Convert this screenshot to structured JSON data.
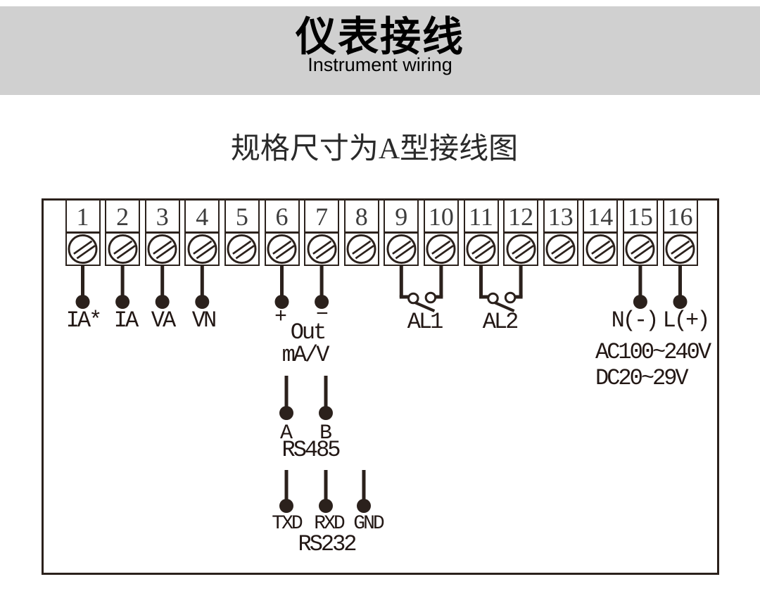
{
  "banner": {
    "title_cn": "仪表接线",
    "subtitle_en": "Instrument wiring",
    "bg_color": "#d0d0d0"
  },
  "diagram_title": "规格尺寸为A型接线图",
  "terminals": [
    {
      "number": "1"
    },
    {
      "number": "2"
    },
    {
      "number": "3"
    },
    {
      "number": "4"
    },
    {
      "number": "5"
    },
    {
      "number": "6"
    },
    {
      "number": "7"
    },
    {
      "number": "8"
    },
    {
      "number": "9"
    },
    {
      "number": "10"
    },
    {
      "number": "11"
    },
    {
      "number": "12"
    },
    {
      "number": "13"
    },
    {
      "number": "14"
    },
    {
      "number": "15"
    },
    {
      "number": "16"
    }
  ],
  "wired_terminals": [
    "1",
    "2",
    "3",
    "4",
    "6",
    "7",
    "15",
    "16"
  ],
  "signals": [
    {
      "terminal": "1",
      "label": "IA*"
    },
    {
      "terminal": "2",
      "label": "IA"
    },
    {
      "terminal": "3",
      "label": "VA"
    },
    {
      "terminal": "4",
      "label": "VN"
    }
  ],
  "analog_output": {
    "plus": "+",
    "minus": "−",
    "name": "Out",
    "unit": "mA/V",
    "terminals": [
      "6",
      "7"
    ]
  },
  "alarms": [
    {
      "name": "AL1",
      "terminals": [
        "9",
        "10"
      ]
    },
    {
      "name": "AL2",
      "terminals": [
        "11",
        "12"
      ]
    }
  ],
  "power": {
    "neutral": "N(-)",
    "line": "L(+)",
    "ac_range": "AC100~240V",
    "dc_range": "DC20~29V",
    "terminals": [
      "15",
      "16"
    ]
  },
  "rs485": {
    "name": "RS485",
    "pins": [
      "A",
      "B"
    ]
  },
  "rs232": {
    "name": "RS232",
    "pins": [
      "TXD",
      "RXD",
      "GND"
    ]
  },
  "colors": {
    "line": "#2b211c",
    "banner_bg": "#d0d0d0",
    "text": "#231815"
  }
}
